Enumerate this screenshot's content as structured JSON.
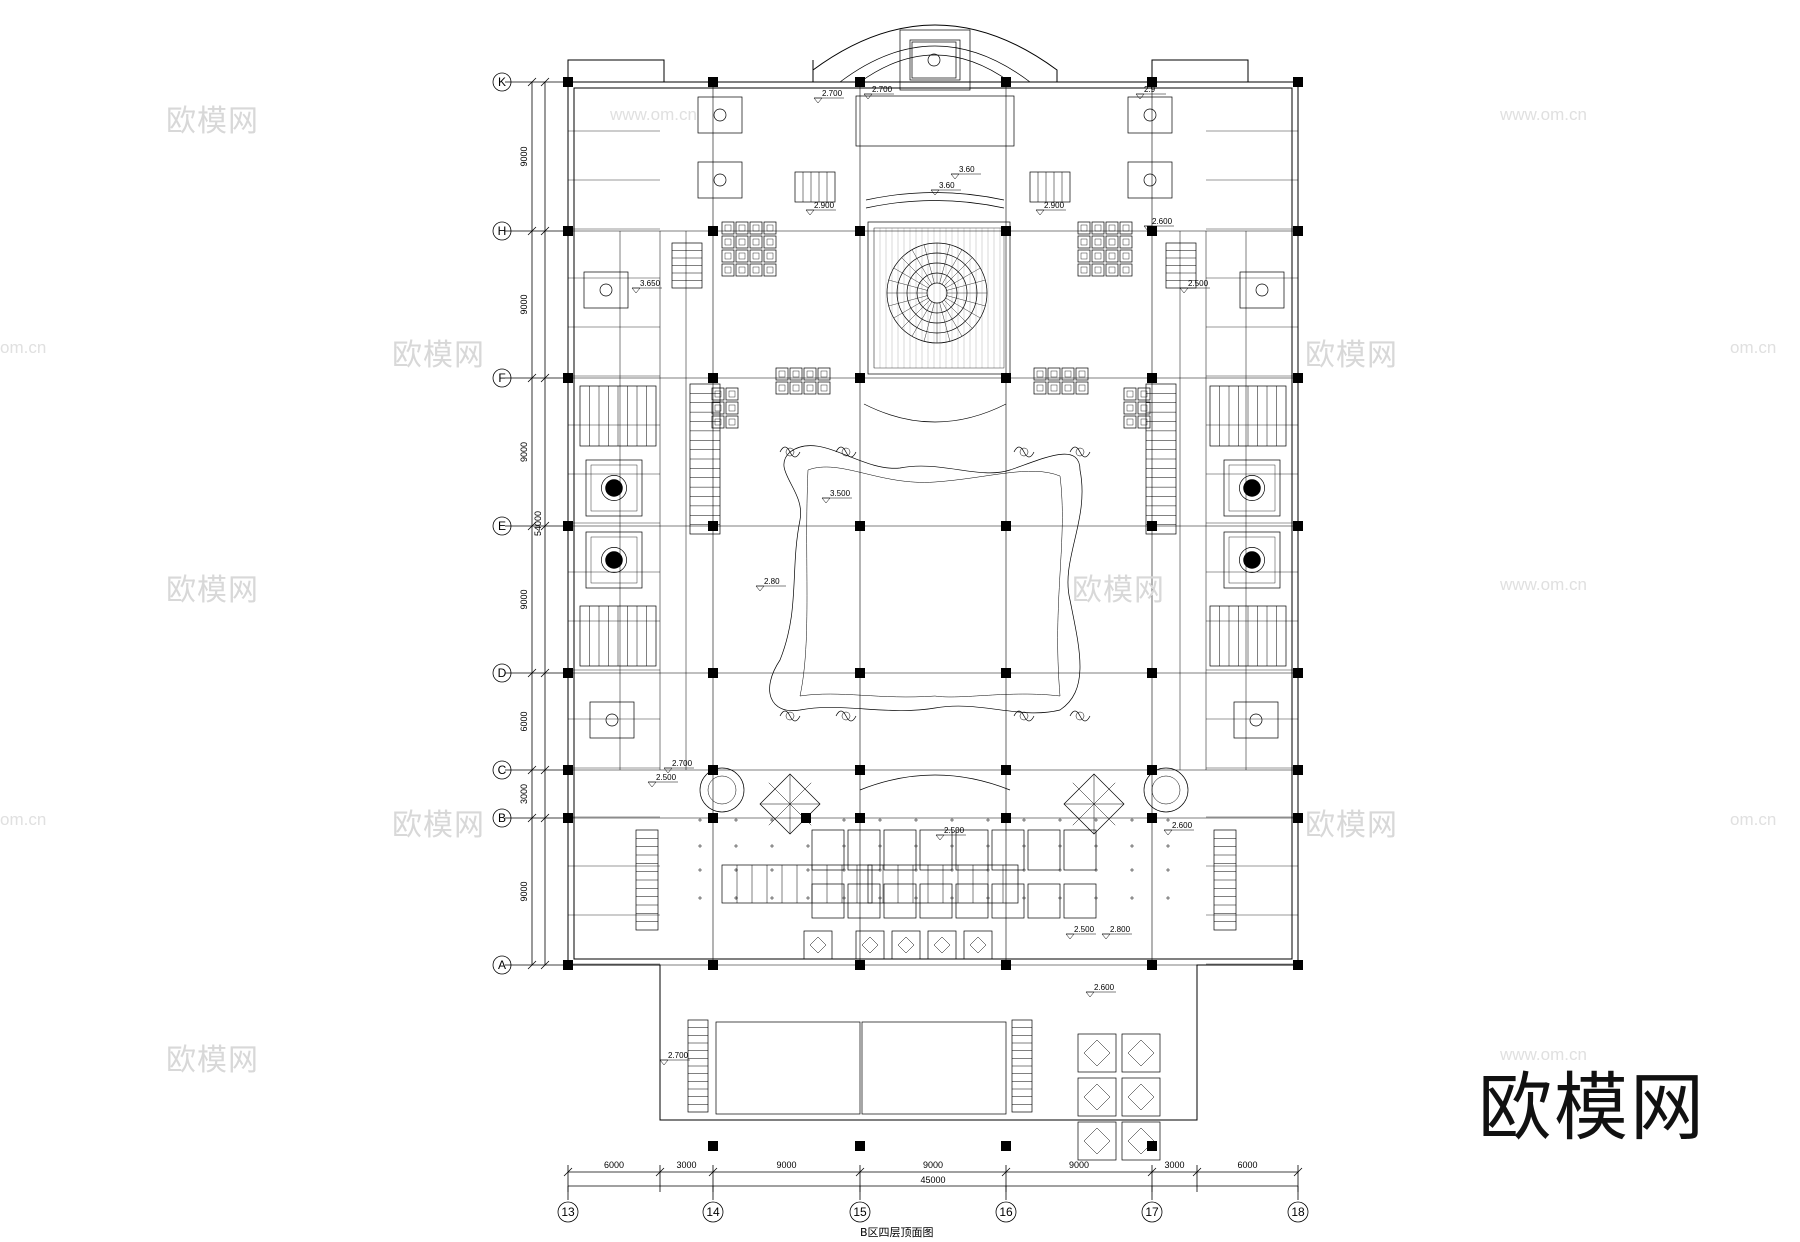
{
  "watermarks": {
    "cn": "欧模网",
    "url": "www.om.cn",
    "url_partial": "om.cn"
  },
  "brand": "欧模网",
  "caption": "B区四层顶面图",
  "grid": {
    "rows": [
      "K",
      "H",
      "F",
      "E",
      "D",
      "C",
      "B",
      "A"
    ],
    "cols": [
      "13",
      "14",
      "15",
      "16",
      "17",
      "18"
    ],
    "left_dims": [
      "9000",
      "9000",
      "9000",
      "9000",
      "6000",
      "3000",
      "9000"
    ],
    "left_total": "54000",
    "bottom_dims": [
      "6000",
      "3000",
      "9000",
      "9000",
      "9000",
      "3000",
      "6000"
    ],
    "bottom_total": "45000"
  },
  "elevations": [
    "2.700",
    "2.700",
    "2.9",
    "3.60",
    "3.60",
    "2.900",
    "2.900",
    "2.600",
    "3.650",
    "2.500",
    "3.500",
    "2.80",
    "2.700",
    "2.500",
    "2.500",
    "2.600",
    "2.500",
    "2.800",
    "2.600",
    "2.700"
  ]
}
